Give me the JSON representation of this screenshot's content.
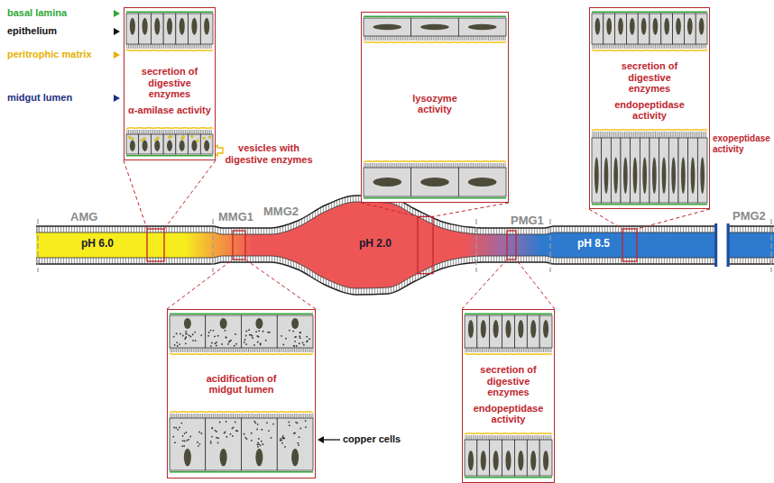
{
  "diagram": {
    "nodes": [
      {
        "text": [
          "secretion of digestive enzymes",
          "α-amilase activity"
        ]
      },
      {
        "text": [
          "lysozyme activity"
        ]
      },
      {
        "text": [
          "secretion of digestive enzymes",
          "endopeptidase activity"
        ]
      },
      {
        "text": [
          "acidification of midgut lumen"
        ]
      },
      {
        "text": [
          "secretion of digestive enzymes",
          "endopeptidase activity"
        ]
      }
    ],
    "labels": [
      "basal lamina",
      "epithelium",
      "peritrophic matrix",
      "midgut lumen",
      "AMG",
      "MMG1",
      "MMG2",
      "PMG1",
      "PMG2",
      "pH 6.0",
      "pH 2.0",
      "pH 8.5",
      "vesicles with digestive enzymes",
      "copper cells",
      "exopeptidase activity"
    ]
  }
}
